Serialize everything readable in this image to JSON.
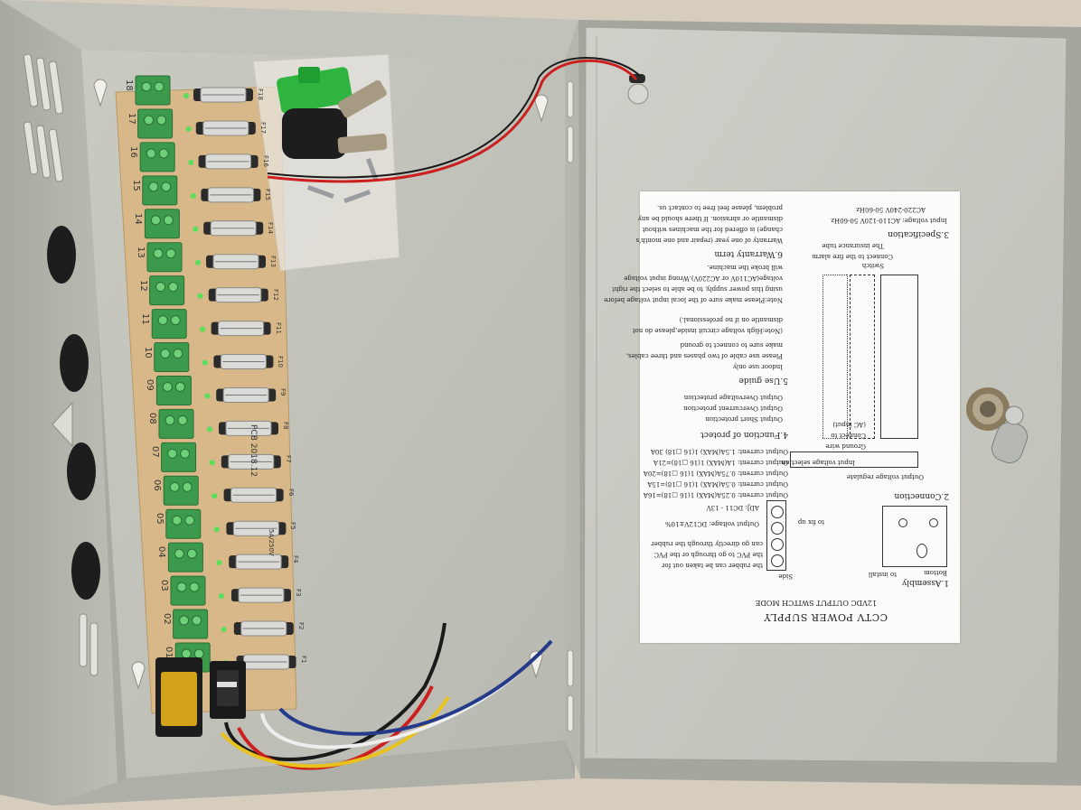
{
  "document": {
    "title": "CCTV POWER SUPPLY",
    "subtitle": "12VDC OUTPUT SWITCH MODE",
    "section_assembly": "1.Assembly",
    "section_connection": "2.Connection",
    "section_specification": "3.Specification",
    "section_function": "4.Function of protect",
    "section_use": "5.Use guide",
    "section_warranty": "6.Warranty term",
    "assembly_lines": [
      "the rubber can be taken out for",
      "the PVC to go through or the PVC",
      "can go directly through the rubber"
    ],
    "to_install": "to install",
    "to_fix_up": "to fix up",
    "side": "Side",
    "bottom": "Bottom",
    "output_voltage": "Output voltage: DC12V±10%",
    "adj": "ADJ: DC11 - 13V",
    "output_currents": [
      "Output current: 0.25A(MAX) 1(16 □18)=16A",
      "Output current: 0.5A(MAX) 1(16 □18)=15A",
      "Output current: 0.75A(MAX) 1(16 □18)=20A",
      "Output current: 1A(MAX) 1(16 □18)=21A",
      "Output current: 1.5A(MAX) 1(16 □18) 30A"
    ],
    "function_lines": [
      "Output Short protection",
      "Output Overcurrent protection",
      "Output Overvoltage protection"
    ],
    "use_lines": [
      "Indoor use only",
      "Please use cable of two phases and three cables,",
      "make sure to connect to ground",
      "(Note:High voltage circuit inside,please do not",
      "dismantle on if no professional.)"
    ],
    "warranty_lines": [
      "Note:Please make sure of the local input voltage before",
      "using this power supply, to be able to select the right",
      "voltage(AC110V or AC220V).Wrong input voltage",
      "will broke the machine.",
      "Warranty of one year (repair and one month's",
      "change) is offered for the machines without",
      "dismantle or abrasion. If there should be any",
      "problem, please feel free to contact us."
    ],
    "spec_lines": [
      "Input voltage: AC110-120V 50-60Hz",
      "AC220-240V 50-60Hz"
    ],
    "diagram_labels": {
      "output_voltage_regulate": "Output voltage regulate",
      "input_voltage_selection": "Input voltage selection",
      "ground_wire": "Ground wire",
      "connect_to": "Connect to",
      "ac_input": "(AC input)",
      "switch": "Switch",
      "connect_fire_alarm": "Connect to the fire alarm",
      "insurance_tube": "The insurance tube"
    }
  },
  "pcb": {
    "channel_labels": [
      "18",
      "17",
      "16",
      "15",
      "14",
      "13",
      "12",
      "11",
      "10",
      "09",
      "08",
      "07",
      "06",
      "05",
      "04",
      "03",
      "02",
      "01"
    ],
    "fuse_labels": [
      "F18",
      "F17",
      "F16",
      "F15",
      "F14",
      "F13",
      "F12",
      "F11",
      "F10",
      "F9",
      "F8",
      "F7",
      "F6",
      "F5",
      "F4",
      "F3",
      "F2",
      "F1"
    ],
    "board_label": "PCB 2018.12",
    "fuse_rating": "5A/250V"
  },
  "colors": {
    "enclosure": "#c5c6bd",
    "enclosure_shadow": "#9c9d95",
    "pcb": "#d8b888",
    "terminal_green": "#3c9a4c",
    "wall": "#d8cfc2",
    "wire_red": "#cc2020",
    "wire_black": "#1a1a1a",
    "wire_yellow": "#e8c21c",
    "wire_white": "#eeeeee",
    "wire_blue": "#263a8a"
  }
}
